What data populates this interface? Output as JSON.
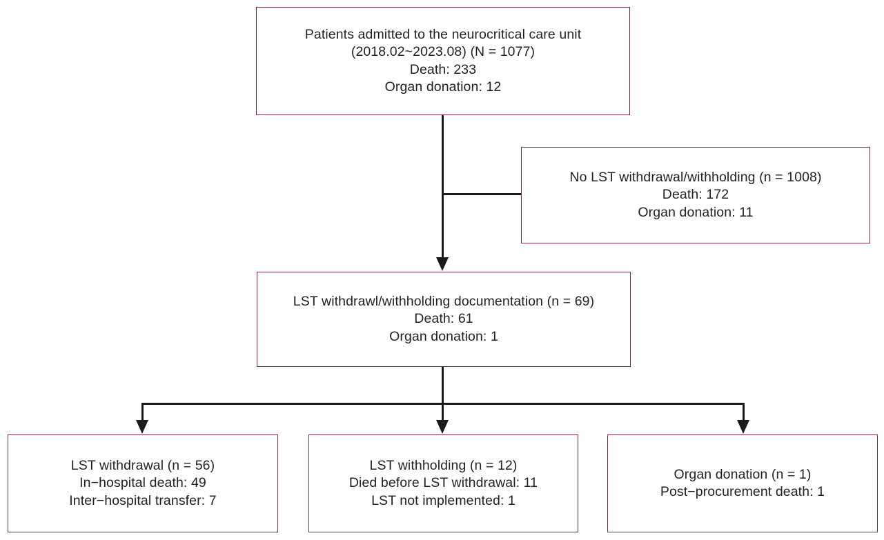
{
  "diagram": {
    "type": "flowchart",
    "title": "",
    "accent_border_color": "#7a2c34",
    "connector_color": "#1a1a1a",
    "text_color": "#231f20",
    "nodes": {
      "admitted": {
        "lines": [
          "Patients admitted to the neurocritical care unit",
          "(2018.02~2023.08) (N = 1077)",
          "Death: 233",
          "Organ donation: 12"
        ]
      },
      "no_lst": {
        "lines": [
          "No LST withdrawal/withholding (n = 1008)",
          "Death: 172",
          "Organ donation: 11"
        ]
      },
      "documentation": {
        "lines": [
          "LST withdrawl/withholding documentation (n = 69)",
          "Death: 61",
          "Organ donation: 1"
        ]
      },
      "withdrawal": {
        "lines": [
          "LST withdrawal (n = 56)",
          "In−hospital death: 49",
          "Inter−hospital transfer: 7"
        ]
      },
      "withholding": {
        "lines": [
          "LST withholding (n = 12)",
          "Died before LST withdrawal: 11",
          "LST not implemented: 1"
        ]
      },
      "organ_donation": {
        "lines": [
          "Organ donation (n = 1)",
          "Post−procurement death: 1"
        ]
      }
    }
  }
}
